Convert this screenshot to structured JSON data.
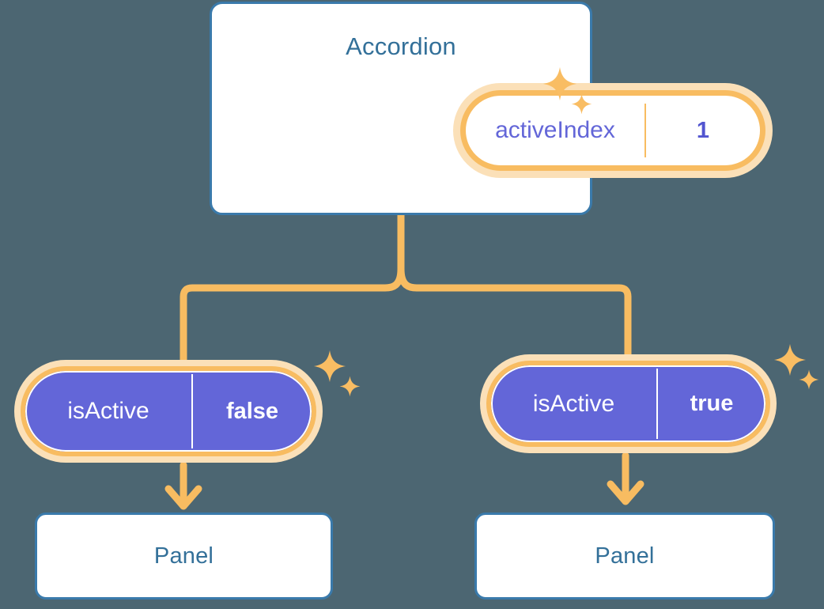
{
  "theme": {
    "background": "#4c6672",
    "card_border": "#3a7aab",
    "card_bg": "#ffffff",
    "title_color": "#337099",
    "accent_orange": "#f8bc61",
    "accent_orange_halo": "#fbe0b8",
    "purple": "#6366d8",
    "white": "#ffffff"
  },
  "diagram": {
    "root": {
      "title": "Accordion",
      "prop": {
        "key": "activeIndex",
        "value": "1"
      }
    },
    "children": [
      {
        "prop": {
          "key": "isActive",
          "value": "false"
        },
        "panel_title": "Panel"
      },
      {
        "prop": {
          "key": "isActive",
          "value": "true"
        },
        "panel_title": "Panel"
      }
    ],
    "icons": {
      "sparkle_large": "sparkle-icon",
      "sparkle_small": "sparkle-small-icon",
      "arrow": "arrow-down-icon",
      "branch": "branch-connector-icon"
    }
  }
}
